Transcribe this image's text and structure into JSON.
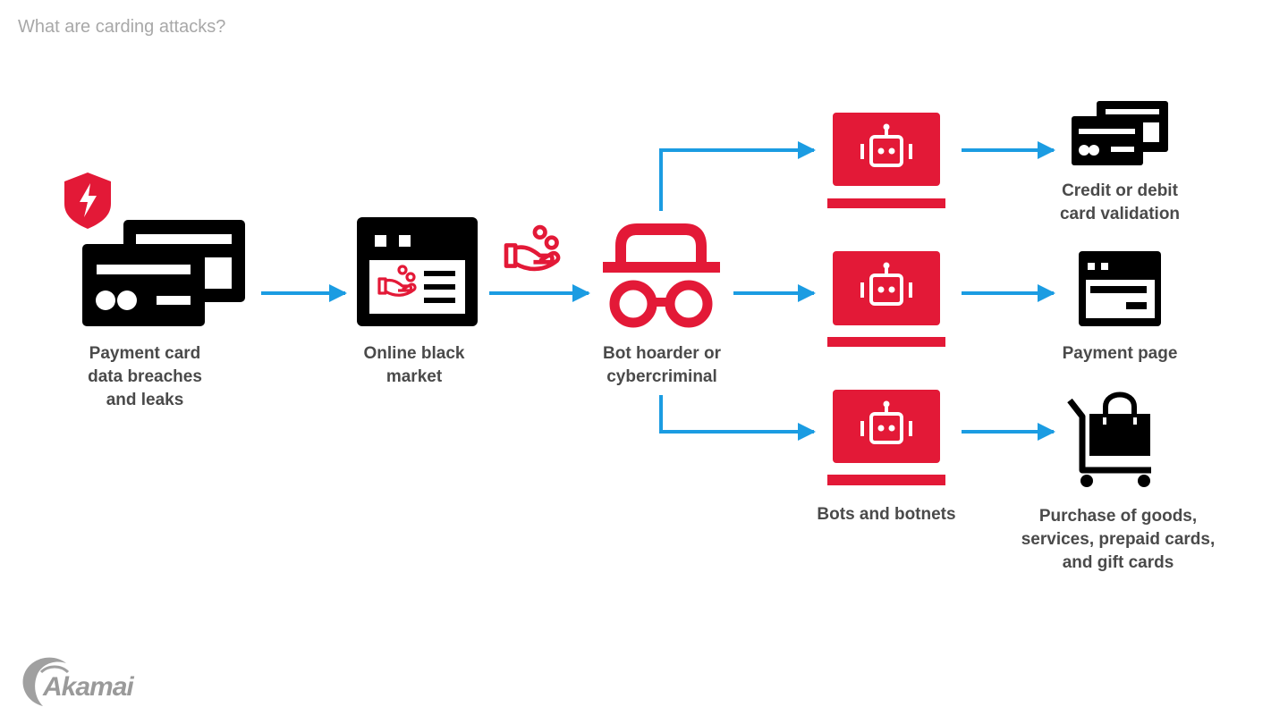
{
  "title": "What are carding attacks?",
  "nodes": {
    "breaches": {
      "lines": [
        "Payment card",
        "data breaches",
        "and leaks"
      ],
      "icon": "credit-cards-shield-icon"
    },
    "market": {
      "lines": [
        "Online black",
        "market"
      ],
      "icon": "browser-hand-coins-icon"
    },
    "hoarder": {
      "lines": [
        "Bot hoarder or",
        "cybercriminal"
      ],
      "icon": "spy-hat-glasses-icon"
    },
    "bots": {
      "lines": [
        "Bots and botnets"
      ],
      "icon": "laptop-robot-icon"
    },
    "validation": {
      "lines": [
        "Credit or debit",
        "card validation"
      ],
      "icon": "credit-cards-icon"
    },
    "payment": {
      "lines": [
        "Payment page"
      ],
      "icon": "payment-page-icon"
    },
    "purchase": {
      "lines": [
        "Purchase of goods,",
        "services, prepaid cards,",
        "and gift cards"
      ],
      "icon": "shopping-cart-bag-icon"
    }
  },
  "brand": {
    "logo": "Akamai"
  },
  "colors": {
    "red": "#e31937",
    "blue": "#1b9ce2",
    "black": "#000000",
    "text": "#4a4a4a",
    "title": "#a8a8a8"
  }
}
